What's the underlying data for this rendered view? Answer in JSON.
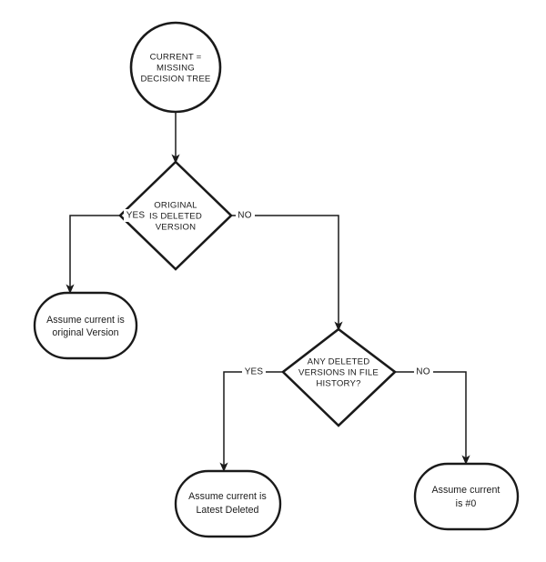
{
  "diagram": {
    "title": "Current = Missing Decision Tree",
    "type": "flowchart",
    "background_color": "#ffffff",
    "stroke_color": "#1a1a1a",
    "text_color": "#1a1a1a"
  },
  "nodes": {
    "start": {
      "id": "start",
      "shape": "circle",
      "lines": [
        "CURRENT =",
        "MISSING",
        "DECISION TREE"
      ],
      "line1": "CURRENT =",
      "line2": "MISSING",
      "line3": "DECISION TREE"
    },
    "decision1": {
      "id": "decision1",
      "shape": "diamond",
      "lines": [
        "ORIGINAL",
        "IS DELETED",
        "VERSION"
      ],
      "line1": "ORIGINAL",
      "line2": "IS DELETED",
      "line3": "VERSION"
    },
    "decision2": {
      "id": "decision2",
      "shape": "diamond",
      "lines": [
        "ANY DELETED",
        "VERSIONS IN FILE",
        "HISTORY?"
      ],
      "line1": "ANY DELETED",
      "line2": "VERSIONS IN FILE",
      "line3": "HISTORY?"
    },
    "outcome_original": {
      "id": "outcome_original",
      "shape": "stadium",
      "lines": [
        "Assume current is",
        "original Version"
      ],
      "line1": "Assume current is",
      "line2": "original Version"
    },
    "outcome_latest_deleted": {
      "id": "outcome_latest_deleted",
      "shape": "stadium",
      "lines": [
        "Assume current is",
        "Latest Deleted"
      ],
      "line1": "Assume current is",
      "line2": "Latest Deleted"
    },
    "outcome_zero": {
      "id": "outcome_zero",
      "shape": "stadium",
      "lines": [
        "Assume current",
        "is  #0"
      ],
      "line1": "Assume current",
      "line2": "is  #0"
    }
  },
  "edges": {
    "start_to_decision1": {
      "from": "start",
      "to": "decision1",
      "label": ""
    },
    "decision1_yes": {
      "from": "decision1",
      "to": "outcome_original",
      "label": "YES"
    },
    "decision1_no": {
      "from": "decision1",
      "to": "decision2",
      "label": "NO"
    },
    "decision2_yes": {
      "from": "decision2",
      "to": "outcome_latest_deleted",
      "label": "YES"
    },
    "decision2_no": {
      "from": "decision2",
      "to": "outcome_zero",
      "label": "NO"
    }
  }
}
